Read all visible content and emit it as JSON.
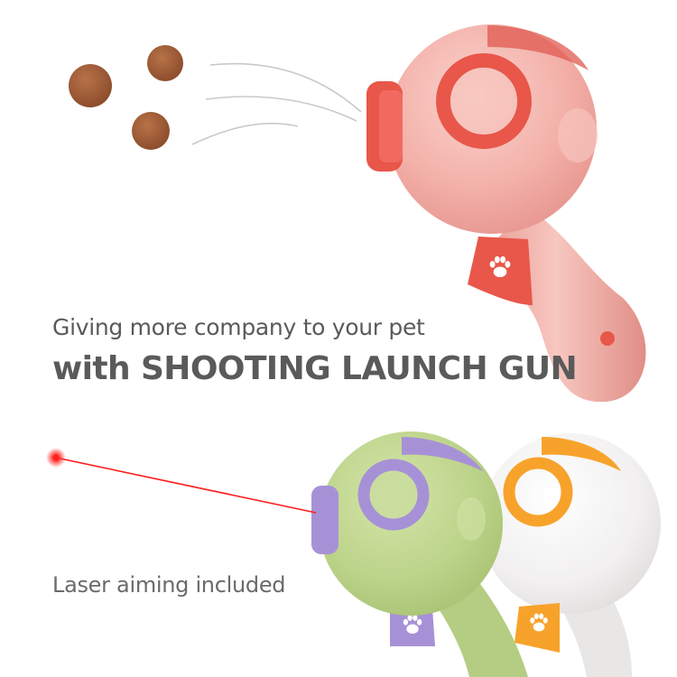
{
  "captions": {
    "tagline": "Giving more company to your pet",
    "headline": "with SHOOTING LAUNCH GUN",
    "laser": "Laser aiming included"
  },
  "colors": {
    "pink_gun": "#f2b0a8",
    "pink_accent": "#e8574a",
    "green_gun": "#bcd38a",
    "green_accent": "#a791d6",
    "white_gun": "#f1efef",
    "white_accent": "#f7a32b",
    "laser": "#ff1e1e",
    "kibble": "#9c5a35"
  },
  "icons": [
    "paw-icon",
    "kibble-pellet",
    "laser-dot"
  ]
}
